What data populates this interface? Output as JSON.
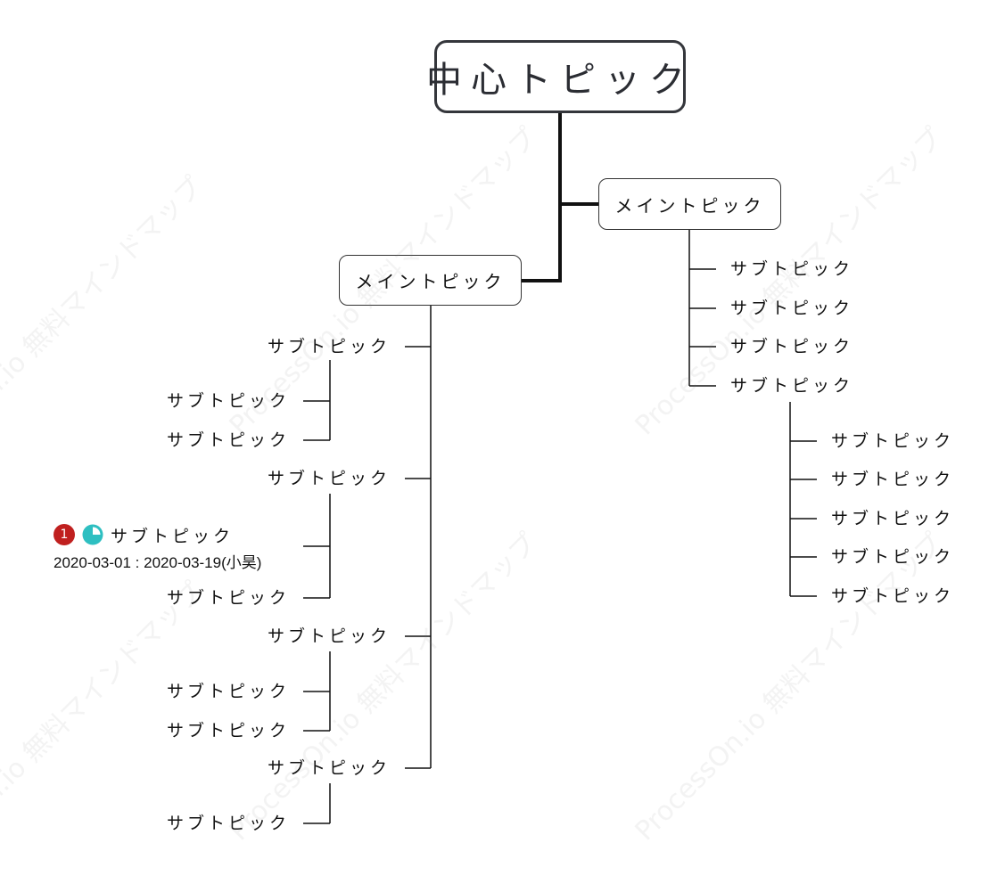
{
  "watermark": "ProcessOn.io 無料マインドマップ",
  "colors": {
    "priority": "#c0201f",
    "progress": "#2ebfc1",
    "central_border": "#34363b",
    "line": "#111111"
  },
  "central": {
    "label": "中心トピック"
  },
  "main_left": {
    "label": "メイントピック"
  },
  "main_right": {
    "label": "メイントピック"
  },
  "left_groups": [
    {
      "label": "サブトピック",
      "children": [
        {
          "label": "サブトピック"
        },
        {
          "label": "サブトピック"
        }
      ]
    },
    {
      "label": "サブトピック",
      "children": [
        {
          "label": "サブトピック",
          "priority": "1",
          "progress_icon": "quarter-pie-icon",
          "dates": "2020-03-01 : 2020-03-19(小昊)"
        },
        {
          "label": "サブトピック"
        }
      ]
    },
    {
      "label": "サブトピック",
      "children": [
        {
          "label": "サブトピック"
        },
        {
          "label": "サブトピック"
        }
      ]
    },
    {
      "label": "サブトピック",
      "children": [
        {
          "label": "サブトピック"
        }
      ]
    }
  ],
  "right_items": [
    {
      "label": "サブトピック"
    },
    {
      "label": "サブトピック"
    },
    {
      "label": "サブトピック"
    },
    {
      "label": "サブトピック",
      "children": [
        {
          "label": "サブトピック"
        },
        {
          "label": "サブトピック"
        },
        {
          "label": "サブトピック"
        },
        {
          "label": "サブトピック"
        },
        {
          "label": "サブトピック"
        }
      ]
    }
  ]
}
